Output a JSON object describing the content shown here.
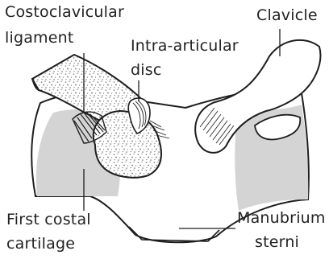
{
  "colors": {
    "outline": "#1e1e1e",
    "cartilage_fill": "#d4d4d4",
    "bone_fill": "#ffffff",
    "speckle": "#6a6a6a",
    "background": "#ffffff"
  },
  "labels": {
    "costoclavicular_line1": "Costoclavicular",
    "costoclavicular_line2": "ligament",
    "disc_line1": "Intra-articular",
    "disc_line2": "disc",
    "clavicle": "Clavicle",
    "cartilage_line1": "First costal",
    "cartilage_line2": "cartilage",
    "manubrium_line1": "Manubrium",
    "manubrium_line2": "sterni"
  }
}
